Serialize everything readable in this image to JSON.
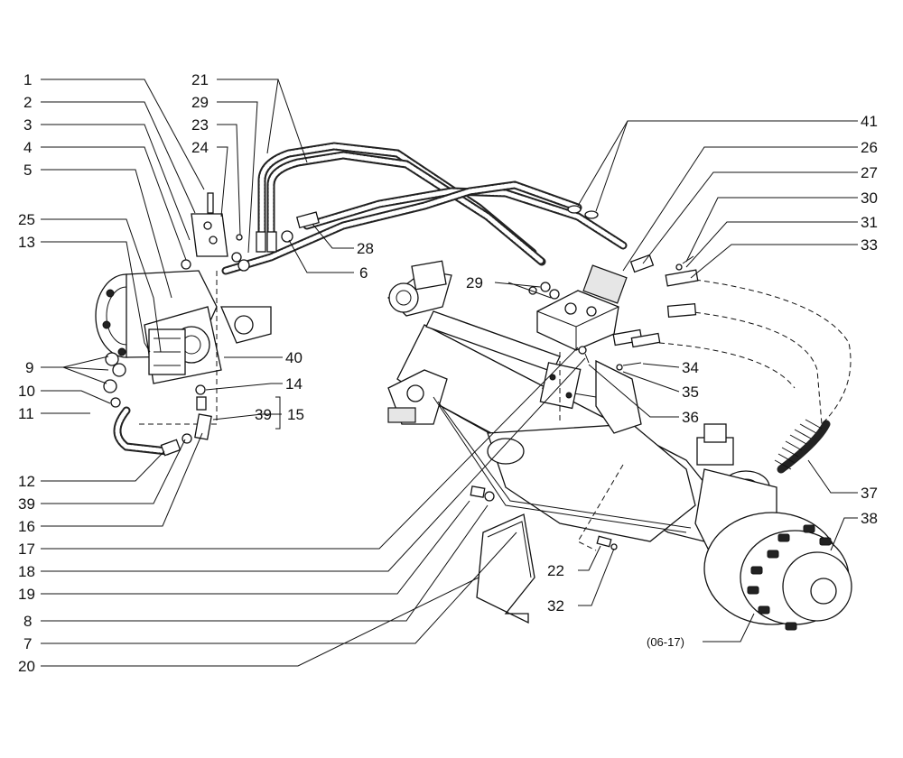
{
  "callouts": {
    "c1": "1",
    "c2": "2",
    "c3": "3",
    "c4": "4",
    "c5": "5",
    "c25": "25",
    "c13": "13",
    "c9": "9",
    "c10": "10",
    "c11": "11",
    "c12": "12",
    "c39a": "39",
    "c16": "16",
    "c17": "17",
    "c18": "18",
    "c19": "19",
    "c8": "8",
    "c7": "7",
    "c20": "20",
    "c21": "21",
    "c29a": "29",
    "c23": "23",
    "c24": "24",
    "c28": "28",
    "c6": "6",
    "c40": "40",
    "c14": "14",
    "c39b": "39",
    "c15": "15",
    "c29b": "29",
    "c41": "41",
    "c26": "26",
    "c27": "27",
    "c30": "30",
    "c31": "31",
    "c33": "33",
    "c34": "34",
    "c35": "35",
    "c36": "36",
    "c37": "37",
    "c38": "38",
    "c22": "22",
    "c32": "32",
    "ref": "(06-17)"
  }
}
